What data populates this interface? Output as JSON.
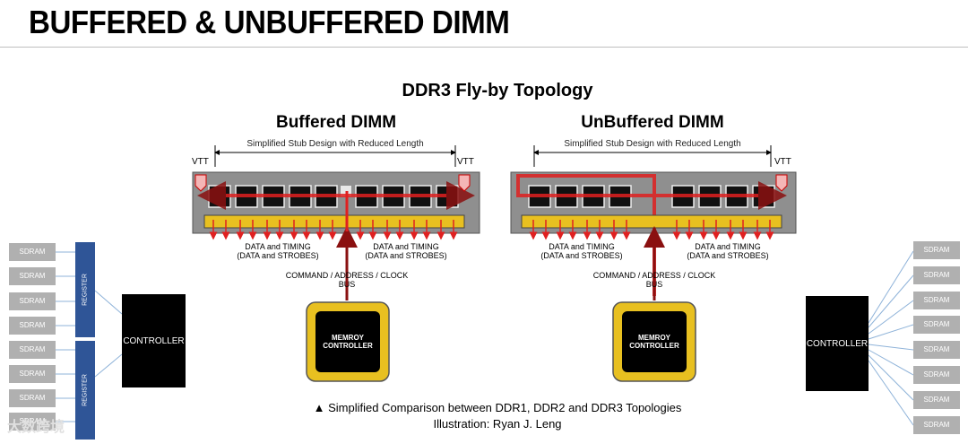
{
  "slide": {
    "title": "BUFFERED & UNBUFFERED DIMM"
  },
  "figure": {
    "title": "DDR3 Fly-by Topology",
    "buffered": {
      "title": "Buffered DIMM",
      "stub_label": "Simplified Stub Design with Reduced Length",
      "vtt_left": "VTT",
      "vtt_right": "VTT",
      "data_timing_left": "DATA and TIMING\n(DATA and STROBES)",
      "data_timing_right": "DATA and TIMING\n(DATA and STROBES)",
      "cab_label": "COMMAND / ADDRESS / CLOCK\nBUS",
      "controller_label": "MEMROY\nCONTROLLER"
    },
    "unbuffered": {
      "title": "UnBuffered DIMM",
      "stub_label": "Simplified Stub Design with Reduced Length",
      "vtt_right": "VTT",
      "data_timing_left": "DATA and TIMING\n(DATA and STROBES)",
      "data_timing_right": "DATA and TIMING\n(DATA and STROBES)",
      "cab_label": "COMMAND / ADDRESS / CLOCK\nBUS",
      "controller_label": "MEMROY\nCONTROLLER"
    },
    "caption": "▲ Simplified Comparison between DDR1, DDR2 and DDR3 Topologies",
    "credit": "Illustration: Ryan J. Leng"
  },
  "left_block": {
    "sdram_labels": [
      "SDRAM",
      "SDRAM",
      "SDRAM",
      "SDRAM",
      "SDRAM",
      "SDRAM",
      "SDRAM",
      "SDRAM"
    ],
    "register_top": "REGISTER",
    "register_bottom": "REGISTER",
    "controller": "CONTROLLER"
  },
  "right_block": {
    "sdram_labels": [
      "SDRAM",
      "SDRAM",
      "SDRAM",
      "SDRAM",
      "SDRAM",
      "SDRAM",
      "SDRAM",
      "SDRAM"
    ],
    "controller": "CONTROLLER"
  },
  "watermark": "大数跨境",
  "colors": {
    "signal": "#e02020",
    "module": "#8f8f8f",
    "contacts": "#e8c020",
    "register": "#2f5597",
    "sdram": "#b0b0b0"
  }
}
